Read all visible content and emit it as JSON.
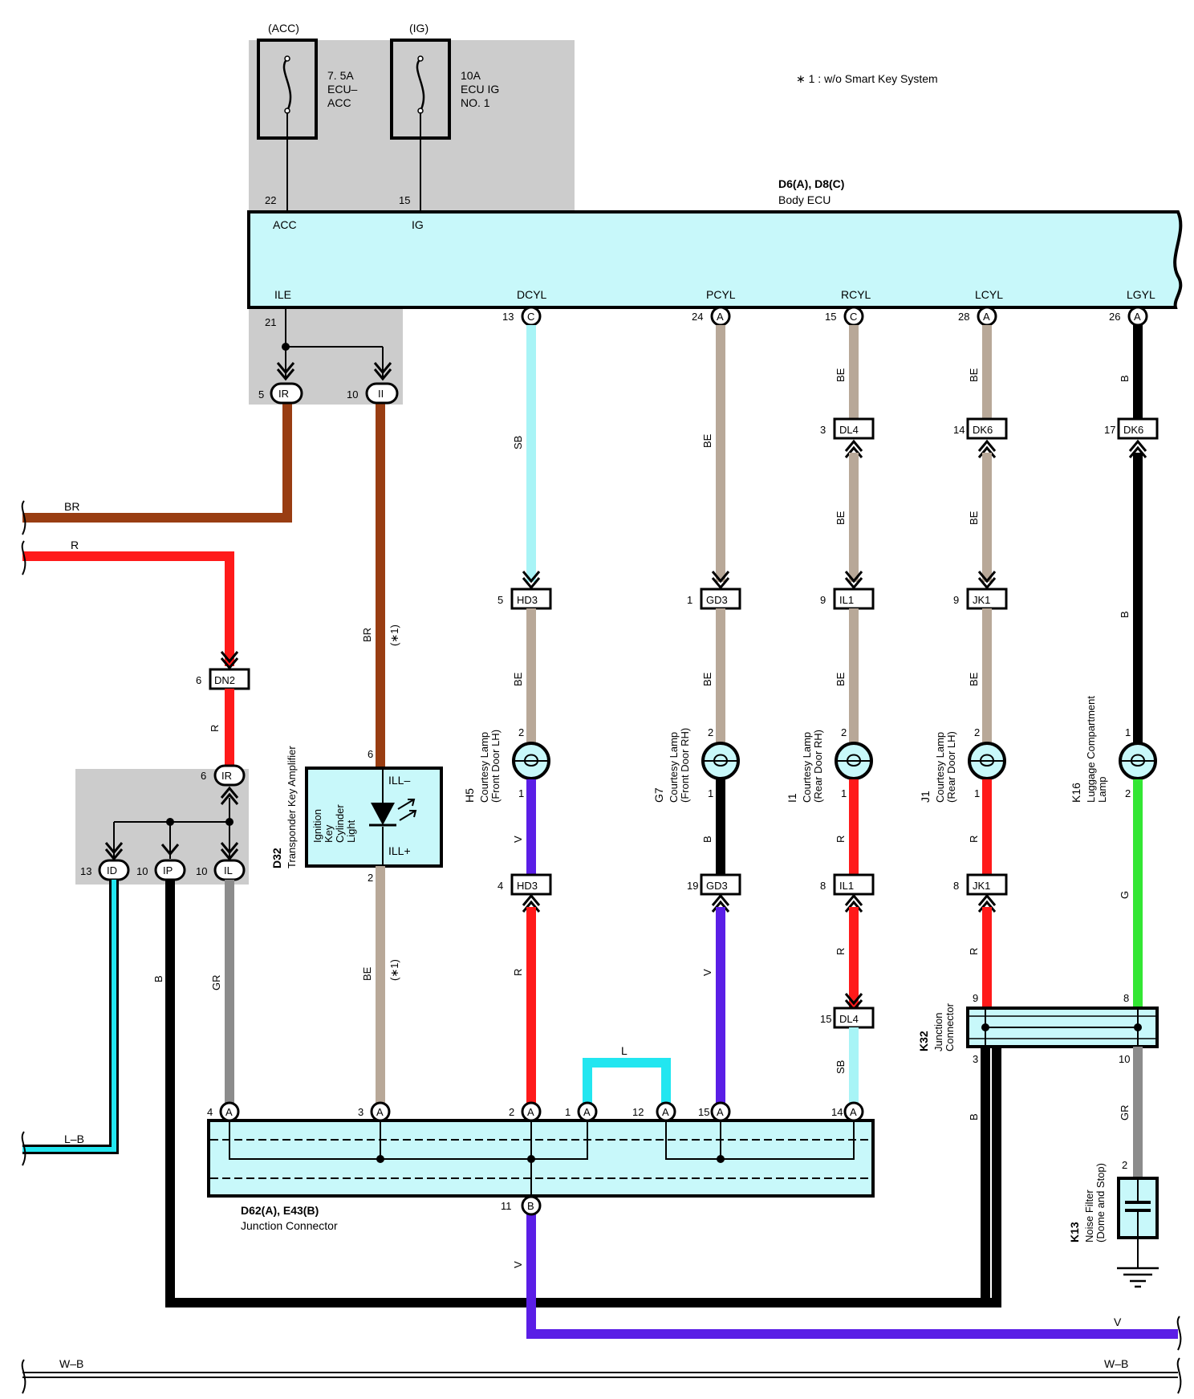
{
  "note": "∗ 1 : w/o Smart Key System",
  "colors": {
    "BR": "#993d12",
    "R": "#ff1a1a",
    "BE": "#b8a898",
    "SB": "#a8f4f6",
    "B": "#000000",
    "V": "#5a1ee6",
    "GR": "#8c8c8c",
    "G": "#33e633",
    "L": "#22e6f0",
    "ecu_fill": "#c8f8fa",
    "gray_box": "#cccccc"
  },
  "fuses": {
    "acc": {
      "circuit": "(ACC)",
      "l1": "7. 5A",
      "l2": "ECU–",
      "l3": "ACC",
      "pin": "22",
      "term": "ACC"
    },
    "ig": {
      "circuit": "(IG)",
      "l1": "10A",
      "l2": "ECU IG",
      "l3": "NO. 1",
      "pin": "15",
      "term": "IG"
    }
  },
  "ecu": {
    "code": "D6(A), D8(C)",
    "name": "Body ECU",
    "terms": {
      "ile": "ILE",
      "dcyl": "DCYL",
      "pcyl": "PCYL",
      "rcyl": "RCYL",
      "lcyl": "LCYL",
      "lgyl": "LGYL"
    },
    "pins": {
      "ile": "21",
      "dcyl": "13",
      "pcyl": "24",
      "rcyl": "15",
      "lcyl": "28",
      "lgyl": "26"
    },
    "pin_letters": {
      "dcyl": "C",
      "pcyl": "A",
      "rcyl": "C",
      "lcyl": "A",
      "lgyl": "A"
    }
  },
  "top_split": {
    "p1": "5",
    "c1": "IR",
    "p2": "10",
    "c2": "II"
  },
  "wires": {
    "br": "BR",
    "r": "R",
    "lb": "L–B",
    "l": "L",
    "v": "V",
    "wb": "W–B",
    "b": "B",
    "be": "BE",
    "sb": "SB",
    "gr": "GR",
    "g": "G"
  },
  "note_mark": "(∗1)",
  "dn2": {
    "pin": "6",
    "name": "DN2"
  },
  "left_split": {
    "in_pin": "6",
    "in": "IR",
    "p1": "13",
    "c1": "ID",
    "p2": "10",
    "c2": "IP",
    "p3": "10",
    "c3": "IL"
  },
  "d32": {
    "code": "D32",
    "name": "Transponder Key Amplifier",
    "ill_minus": "ILL–",
    "ill_plus": "ILL+",
    "pin_top": "6",
    "pin_bottom": "2",
    "light_1": "Ignition",
    "light_2": "Key",
    "light_3": "Cylinder",
    "light_4": "Light"
  },
  "connectors": {
    "hd3a": {
      "pin": "5",
      "name": "HD3"
    },
    "hd3b": {
      "pin": "4",
      "name": "HD3"
    },
    "gd3a": {
      "pin": "1",
      "name": "GD3"
    },
    "gd3b": {
      "pin": "19",
      "name": "GD3"
    },
    "dl4a": {
      "pin": "3",
      "name": "DL4"
    },
    "il1a": {
      "pin": "9",
      "name": "IL1"
    },
    "il1b": {
      "pin": "8",
      "name": "IL1"
    },
    "dl4b": {
      "pin": "15",
      "name": "DL4"
    },
    "dk6a": {
      "pin": "14",
      "name": "DK6"
    },
    "jk1a": {
      "pin": "9",
      "name": "JK1"
    },
    "jk1b": {
      "pin": "8",
      "name": "JK1"
    },
    "dk6b": {
      "pin": "17",
      "name": "DK6"
    }
  },
  "lamps": {
    "h5": {
      "code": "H5",
      "l1": "Courtesy Lamp",
      "l2": "(Front Door LH)",
      "p_top": "2",
      "p_bot": "1"
    },
    "g7": {
      "code": "G7",
      "l1": "Courtesy Lamp",
      "l2": "(Front Door RH)",
      "p_top": "2",
      "p_bot": "1"
    },
    "i1": {
      "code": "I1",
      "l1": "Courtesy Lamp",
      "l2": "(Rear Door RH)",
      "p_top": "2",
      "p_bot": "1"
    },
    "j1": {
      "code": "J1",
      "l1": "Courtesy Lamp",
      "l2": "(Rear Door LH)",
      "p_top": "2",
      "p_bot": "1"
    },
    "k16": {
      "code": "K16",
      "l1": "Luggage Compartment",
      "l2": "Lamp",
      "p_top": "1",
      "p_bot": "2"
    }
  },
  "k32": {
    "code": "K32",
    "l1": "Junction",
    "l2": "Connector",
    "p9": "9",
    "p8": "8",
    "p3": "3",
    "p10": "10"
  },
  "k13": {
    "code": "K13",
    "l1": "Noise Filter",
    "l2": "(Dome and Stop)",
    "pin": "2"
  },
  "junction": {
    "code": "D62(A), E43(B)",
    "name": "Junction Connector",
    "pins": [
      "4",
      "3",
      "2",
      "1",
      "12",
      "15",
      "14"
    ],
    "letter_a": "A",
    "bottom_pin": "11",
    "letter_b": "B"
  }
}
